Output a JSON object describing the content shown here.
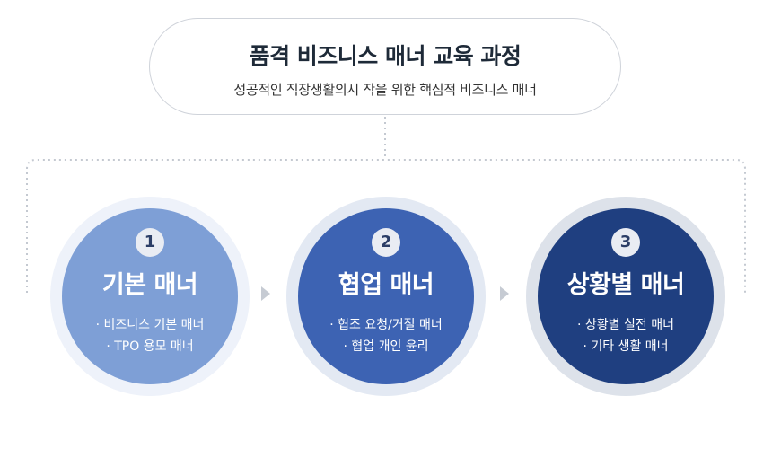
{
  "header": {
    "title": "품격 비즈니스 매너 교육 과정",
    "subtitle": "성공적인 직장생활의시 작을 위한 핵심적 비즈니스 매너"
  },
  "steps": [
    {
      "number": "1",
      "title": "기본 매너",
      "items": [
        "· 비즈니스 기본 매너",
        "· TPO 용모 매너"
      ],
      "ring_color": "#eef2fa",
      "circle_color": "#7e9fd6"
    },
    {
      "number": "2",
      "title": "협업 매너",
      "items": [
        "· 협조 요청/거절 매너",
        "· 협업 개인 윤리"
      ],
      "ring_color": "#e3e9f3",
      "circle_color": "#3d63b3"
    },
    {
      "number": "3",
      "title": "상황별 매너",
      "items": [
        "· 상황별 실전 매너",
        "· 기타 생활 매너"
      ],
      "ring_color": "#dde2ea",
      "circle_color": "#1f3f80"
    }
  ],
  "colors": {
    "connector": "#c4c9d1",
    "arrow": "#c6cbd3",
    "title_text": "#1e2a38"
  }
}
